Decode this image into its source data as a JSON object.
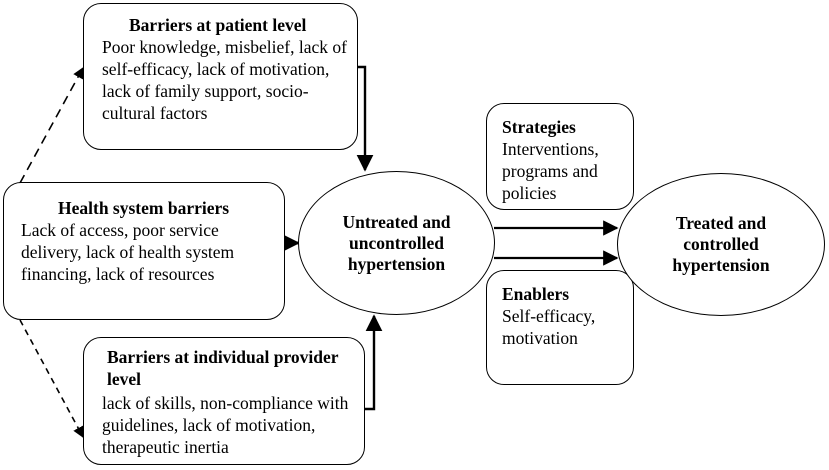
{
  "patient_box": {
    "title": "Barriers at patient level",
    "text": "Poor knowledge, misbelief, lack of self-efficacy, lack of motivation, lack of family support, socio-cultural factors"
  },
  "health_box": {
    "title": "Health system barriers",
    "text": "Lack of access, poor service delivery, lack of health system financing, lack of resources"
  },
  "provider_box": {
    "title": "Barriers at individual provider level",
    "text": "lack of skills, non-compliance with guidelines, lack of motivation, therapeutic inertia"
  },
  "untreated": {
    "label": "Untreated and uncontrolled hypertension"
  },
  "strategies_box": {
    "title": "Strategies",
    "text": "Interventions, programs and policies"
  },
  "enablers_box": {
    "title": "Enablers",
    "text": "Self-efficacy, motivation"
  },
  "treated": {
    "label": "Treated and controlled hypertension"
  }
}
